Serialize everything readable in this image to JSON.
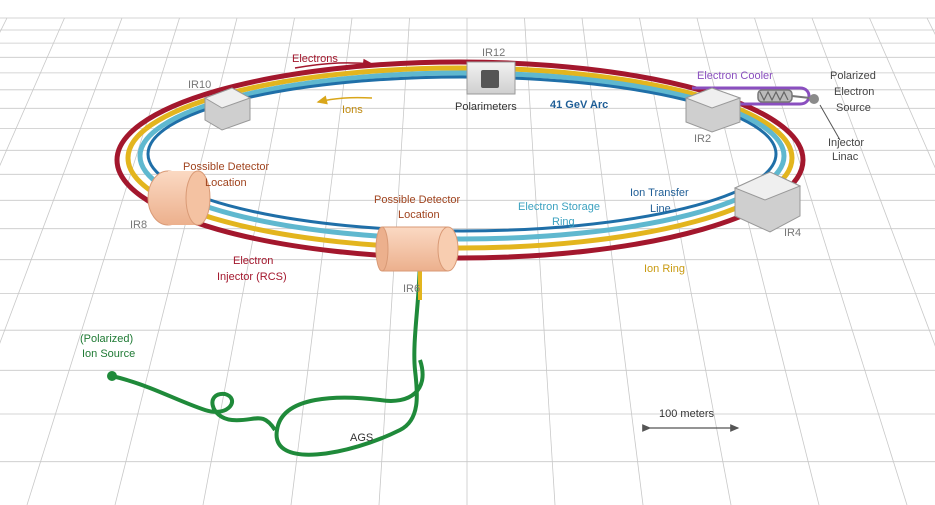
{
  "colors": {
    "electron_ring": "#a3172d",
    "ion_ring": "#e3b51e",
    "transfer_line": "#1f6fa8",
    "storage_ring_light": "#5fb8cf",
    "ion_source_line": "#1f8a3a",
    "electron_cooler": "#8a4fbf",
    "detector_body": "#f6c5a6",
    "building": "#d9d9d9",
    "grid": "#c8c8c8"
  },
  "labels": {
    "electrons": "Electrons",
    "ions": "Ions",
    "ir12": "IR12",
    "ir10": "IR10",
    "ir2": "IR2",
    "ir4": "IR4",
    "ir6": "IR6",
    "ir8": "IR8",
    "polarimeters": "Polarimeters",
    "arc": "41 GeV Arc",
    "electron_cooler": "Electron Cooler",
    "polarized_source_1": "Polarized",
    "polarized_source_2": "Electron",
    "polarized_source_3": "Source",
    "injector_linac_1": "Injector",
    "injector_linac_2": "Linac",
    "detector_a_1": "Possible Detector",
    "detector_a_2": "Location",
    "detector_b_1": "Possible Detector",
    "detector_b_2": "Location",
    "storage_ring_1": "Electron Storage",
    "storage_ring_2": "Ring",
    "transfer_line_1": "Ion Transfer",
    "transfer_line_2": "Line",
    "ion_ring": "Ion Ring",
    "electron_injector_1": "Electron",
    "electron_injector_2": "Injector (RCS)",
    "ion_source_1": "(Polarized)",
    "ion_source_2": "Ion Source",
    "ags": "AGS",
    "scale": "100 meters"
  }
}
